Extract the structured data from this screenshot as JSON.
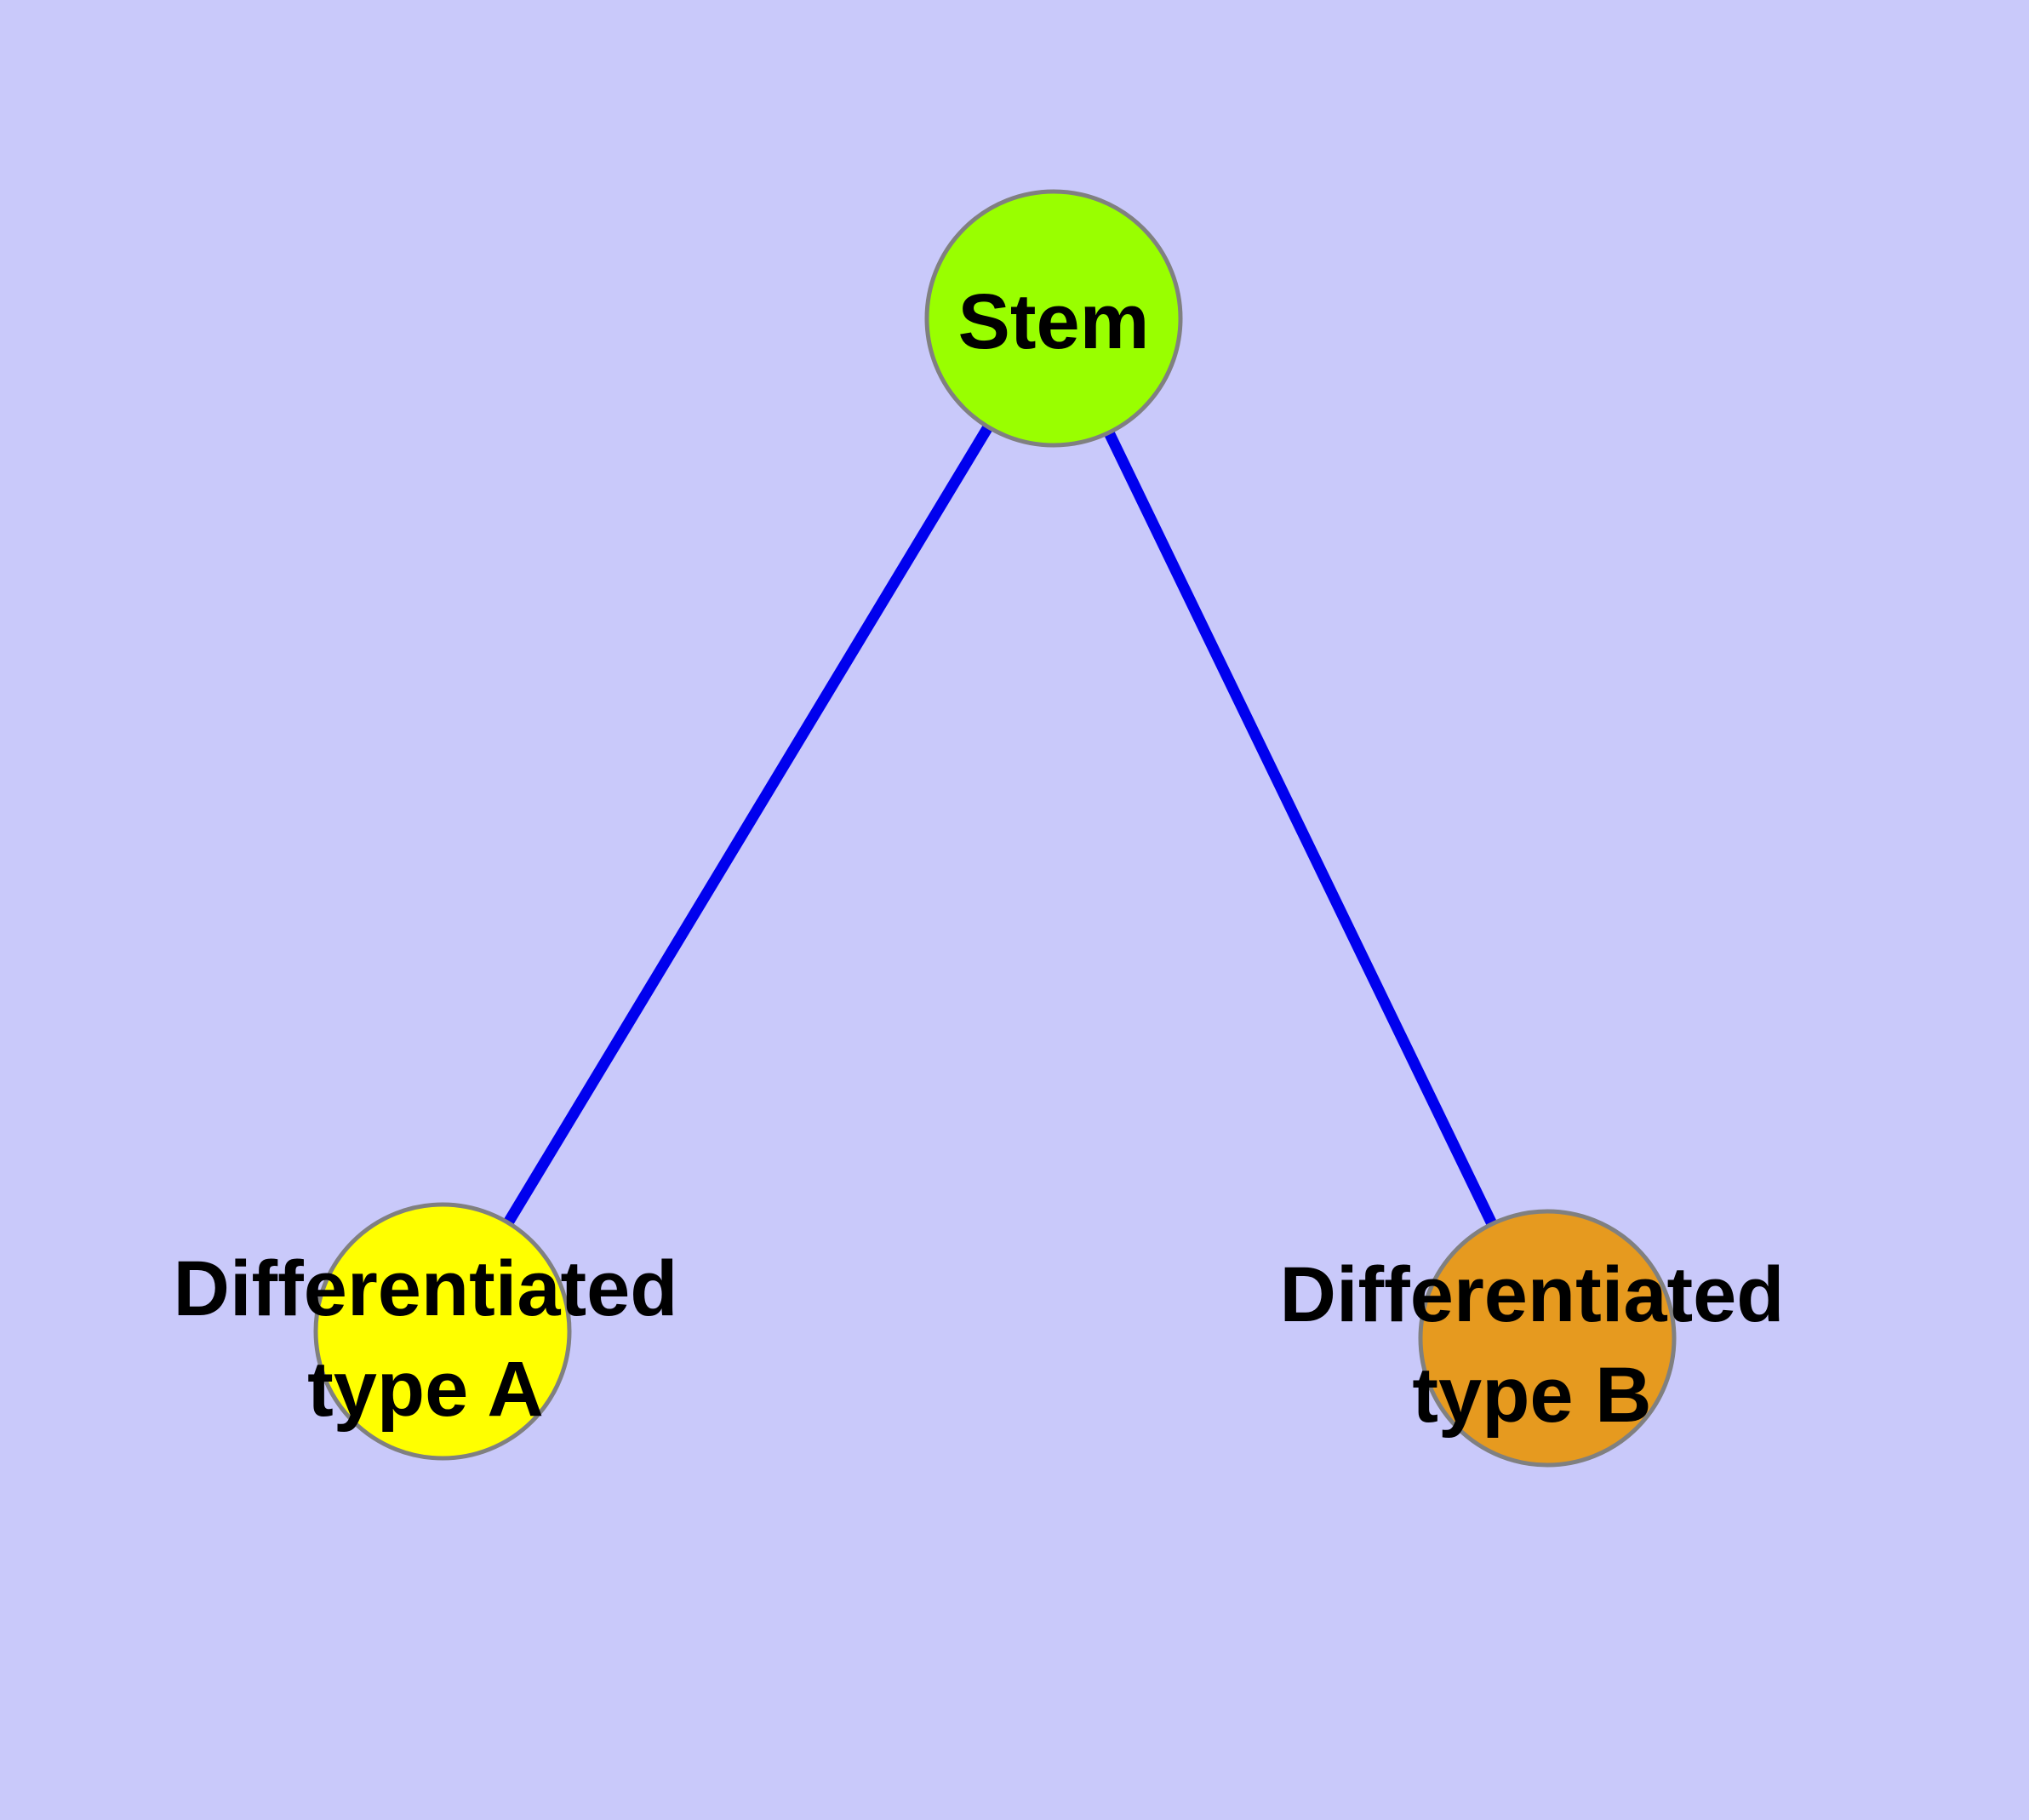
{
  "diagram": {
    "background_color": "#c9c9fa",
    "edge_color": "#0000ee",
    "node_border_color": "#808080",
    "text_color": "#000000",
    "nodes": [
      {
        "id": "stem",
        "label": "Stem",
        "color": "#99ff00"
      },
      {
        "id": "differentiated-type-a",
        "label_line1": "Differentiated",
        "label_line2": "type A",
        "color": "#ffff00"
      },
      {
        "id": "differentiated-type-b",
        "label_line1": "Differentiated",
        "label_line2": "type B",
        "color": "#e69a1f"
      }
    ],
    "edges": [
      {
        "from": "Stem",
        "to": "Differentiated type A"
      },
      {
        "from": "Stem",
        "to": "Differentiated type B"
      }
    ]
  }
}
